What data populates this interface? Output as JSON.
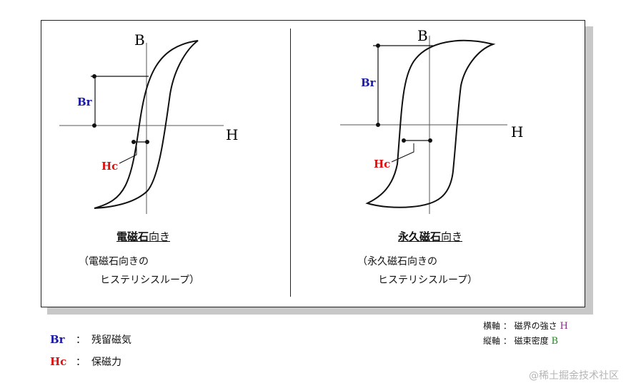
{
  "colors": {
    "br": "#1a1aa8",
    "hc": "#e01010",
    "h_axis_letter": "#8a2b8a",
    "b_axis_letter": "#1e8a1e"
  },
  "left": {
    "axis_b": "B",
    "axis_h": "H",
    "br": "Br",
    "hc": "Hc",
    "caption_bold": "電磁石",
    "caption_rest": "向き",
    "sub_line1": "（電磁石向きの",
    "sub_line2": "ヒステリシスループ）"
  },
  "right": {
    "axis_b": "B",
    "axis_h": "H",
    "br": "Br",
    "hc": "Hc",
    "caption_bold": "永久磁石",
    "caption_rest": "向き",
    "sub_line1": "（永久磁石向きの",
    "sub_line2": "ヒステリシスループ）"
  },
  "axis_notes": {
    "horizontal": {
      "prefix": "横軸 ： 磁界の強さ",
      "letter": "H"
    },
    "vertical": {
      "prefix": "縦軸 ： 磁束密度",
      "letter": "B"
    }
  },
  "legend": [
    {
      "key": "Br",
      "colon": "：",
      "text": "残留磁気"
    },
    {
      "key": "Hc",
      "colon": "：",
      "text": "保磁力"
    }
  ],
  "watermark": "@稀土掘金技术社区"
}
